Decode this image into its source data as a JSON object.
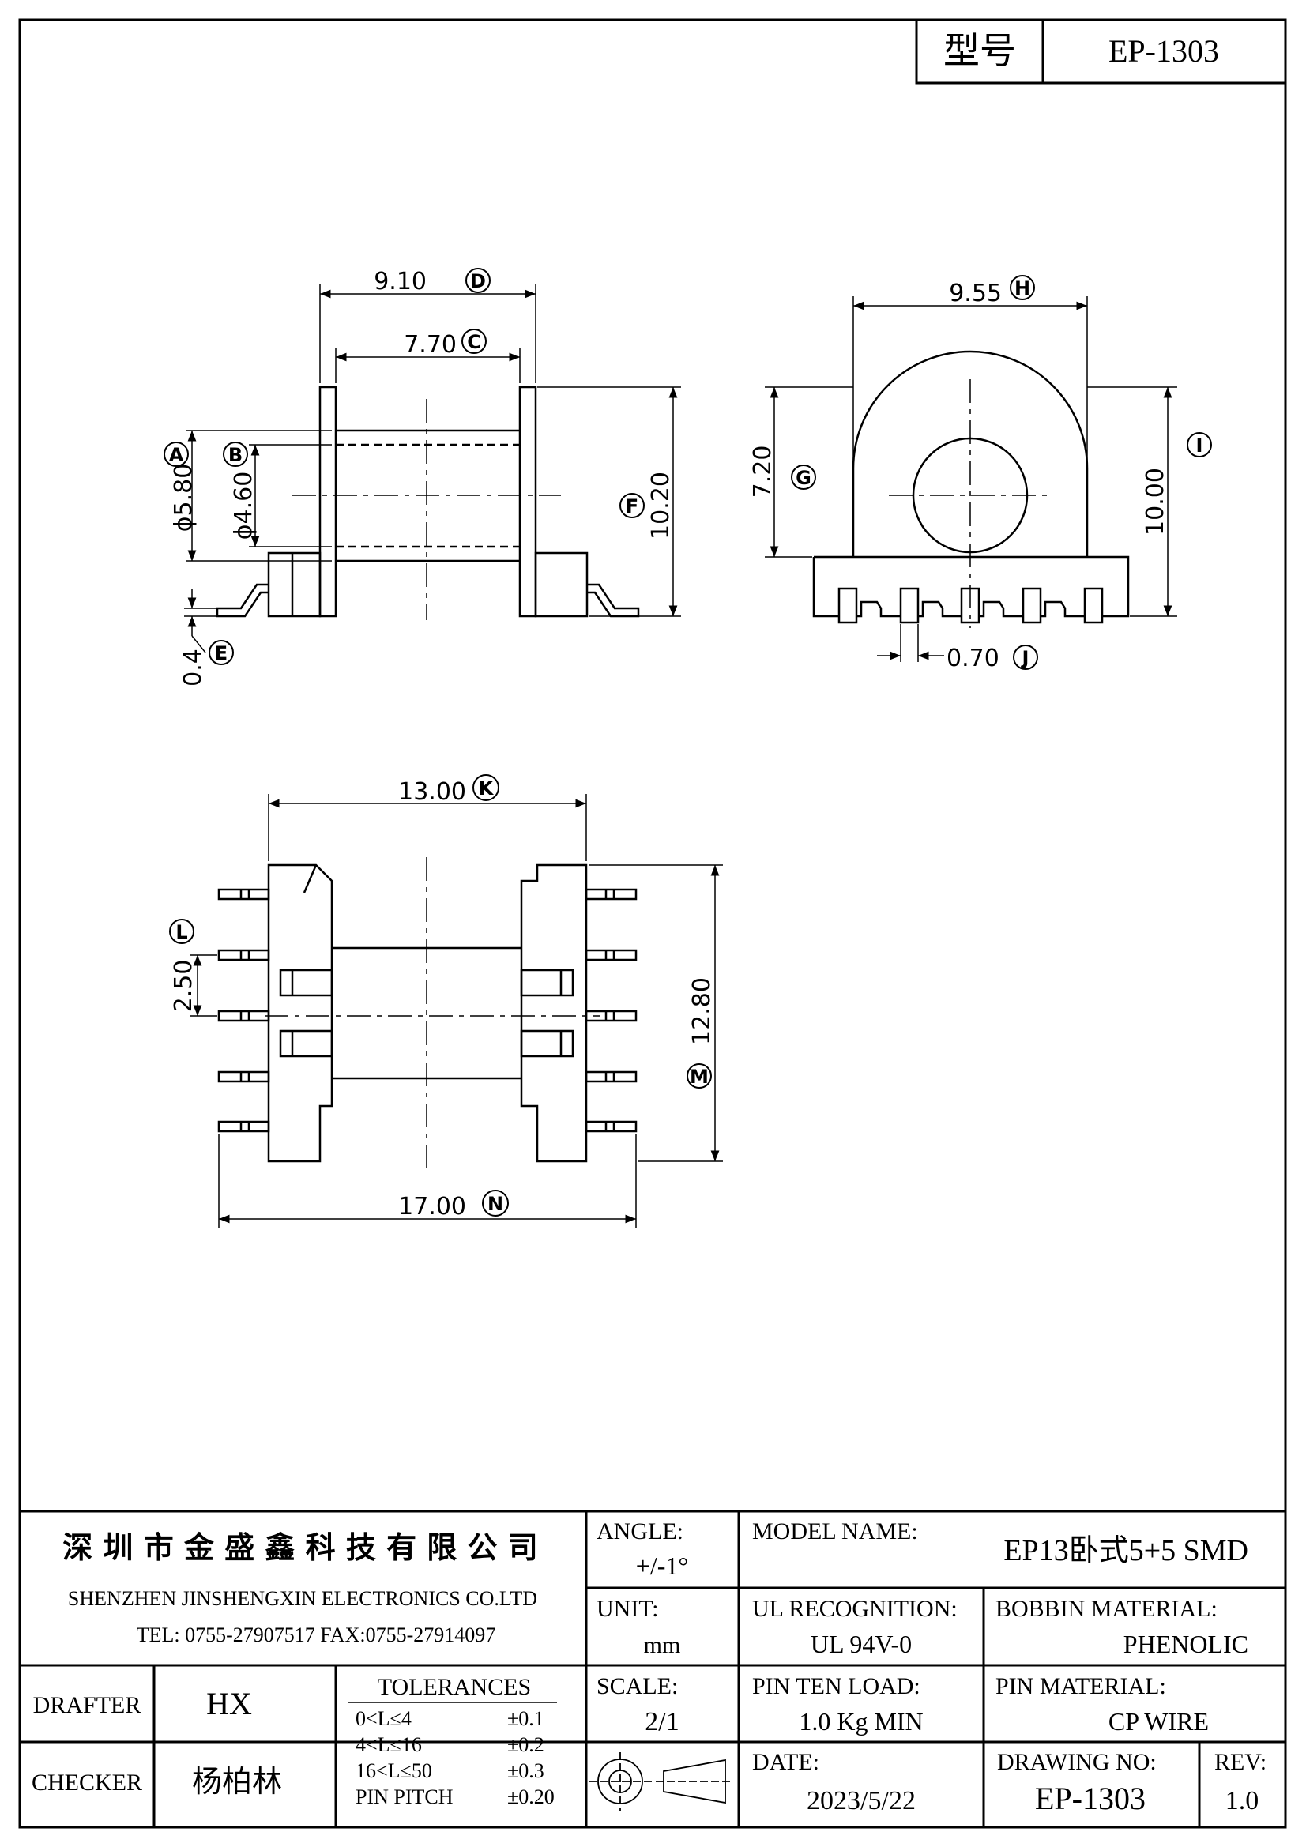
{
  "header": {
    "model_label": "型号",
    "model_value": "EP-1303"
  },
  "dimensions": {
    "D": {
      "letter": "D",
      "value": "9.10"
    },
    "C": {
      "letter": "C",
      "value": "7.70"
    },
    "A": {
      "letter": "A",
      "value": "ϕ5.80"
    },
    "B": {
      "letter": "B",
      "value": "ϕ4.60"
    },
    "F": {
      "letter": "F",
      "value": "10.20"
    },
    "E": {
      "letter": "E",
      "value": "0.4"
    },
    "H": {
      "letter": "H",
      "value": "9.55"
    },
    "G": {
      "letter": "G",
      "value": "7.20"
    },
    "I": {
      "letter": "I",
      "value": "10.00"
    },
    "J": {
      "letter": "J",
      "value": "0.70"
    },
    "K": {
      "letter": "K",
      "value": "13.00"
    },
    "L": {
      "letter": "L",
      "value": "2.50"
    },
    "M": {
      "letter": "M",
      "value": "12.80"
    },
    "N": {
      "letter": "N",
      "value": "17.00"
    }
  },
  "title_block": {
    "company_cn": "深 圳 市 金 盛 鑫 科 技 有 限 公 司",
    "company_en": "SHENZHEN JINSHENGXIN ELECTRONICS CO.LTD",
    "contact": "TEL: 0755-27907517   FAX:0755-27914097",
    "angle_label": "ANGLE:",
    "angle_value": "+/-1°",
    "model_name_label": "MODEL NAME:",
    "model_name_value": "EP13卧式5+5 SMD",
    "unit_label": "UNIT:",
    "unit_value": "mm",
    "ul_label": "UL RECOGNITION:",
    "ul_value": "UL 94V-0",
    "bobbin_label": "BOBBIN MATERIAL:",
    "bobbin_value": "PHENOLIC",
    "drafter_label": "DRAFTER",
    "drafter_value": "HX",
    "tolerances_label": "TOLERANCES",
    "tolerances": [
      {
        "range": "0<L≤4",
        "tol": "±0.1"
      },
      {
        "range": "4<L≤16",
        "tol": "±0.2"
      },
      {
        "range": "16<L≤50",
        "tol": "±0.3"
      },
      {
        "range": "PIN PITCH",
        "tol": "±0.20"
      }
    ],
    "scale_label": "SCALE:",
    "scale_value": "2/1",
    "pin_load_label": "PIN TEN LOAD:",
    "pin_load_value": "1.0 Kg MIN",
    "pin_material_label": "PIN MATERIAL:",
    "pin_material_value": "CP WIRE",
    "checker_label": "CHECKER",
    "checker_value": "杨柏林",
    "date_label": "DATE:",
    "date_value": "2023/5/22",
    "drawing_no_label": "DRAWING NO:",
    "drawing_no_value": "EP-1303",
    "rev_label": "REV:",
    "rev_value": "1.0"
  }
}
